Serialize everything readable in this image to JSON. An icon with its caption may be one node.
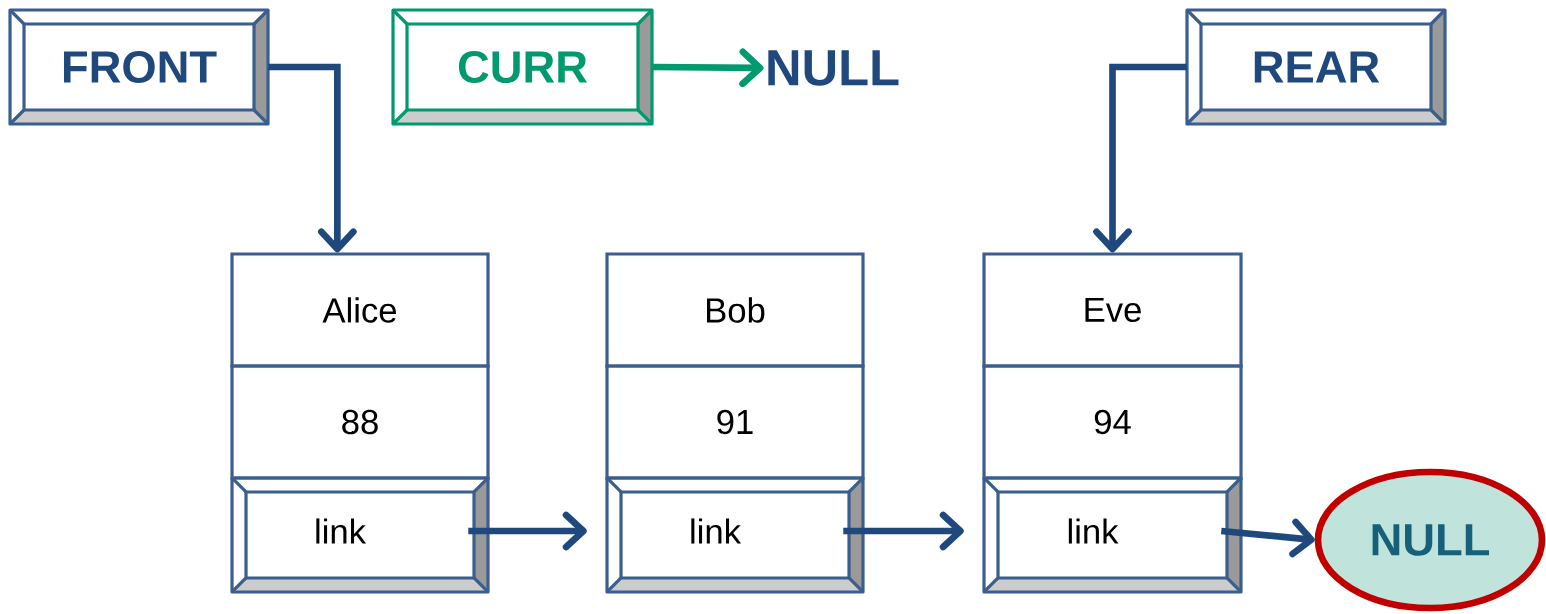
{
  "diagram": {
    "nodes": [
      {
        "text": [
          "FRONT"
        ]
      },
      {
        "text": [
          "CURR"
        ]
      },
      {
        "text": [
          "NULL"
        ]
      },
      {
        "text": [
          "REAR"
        ]
      },
      {
        "text": [
          "Alice"
        ]
      },
      {
        "text": [
          "88"
        ]
      },
      {
        "text": [
          "link"
        ]
      },
      {
        "text": [
          "Bob"
        ]
      },
      {
        "text": [
          "91"
        ]
      },
      {
        "text": [
          "link"
        ]
      },
      {
        "text": [
          "Eve"
        ]
      },
      {
        "text": [
          "94"
        ]
      },
      {
        "text": [
          "link"
        ]
      },
      {
        "text": [
          "NULL"
        ]
      }
    ],
    "edges": [
      {
        "from": 0,
        "to": 4,
        "arrow": "to"
      },
      {
        "from": 1,
        "to": 2,
        "arrow": "to",
        "color": "#009a6e"
      },
      {
        "from": 3,
        "to": 10,
        "arrow": "to"
      },
      {
        "from": 6,
        "to": 9,
        "arrow": "to"
      },
      {
        "from": 9,
        "to": 12,
        "arrow": "to"
      },
      {
        "from": 12,
        "to": 13,
        "arrow": "to"
      }
    ]
  }
}
